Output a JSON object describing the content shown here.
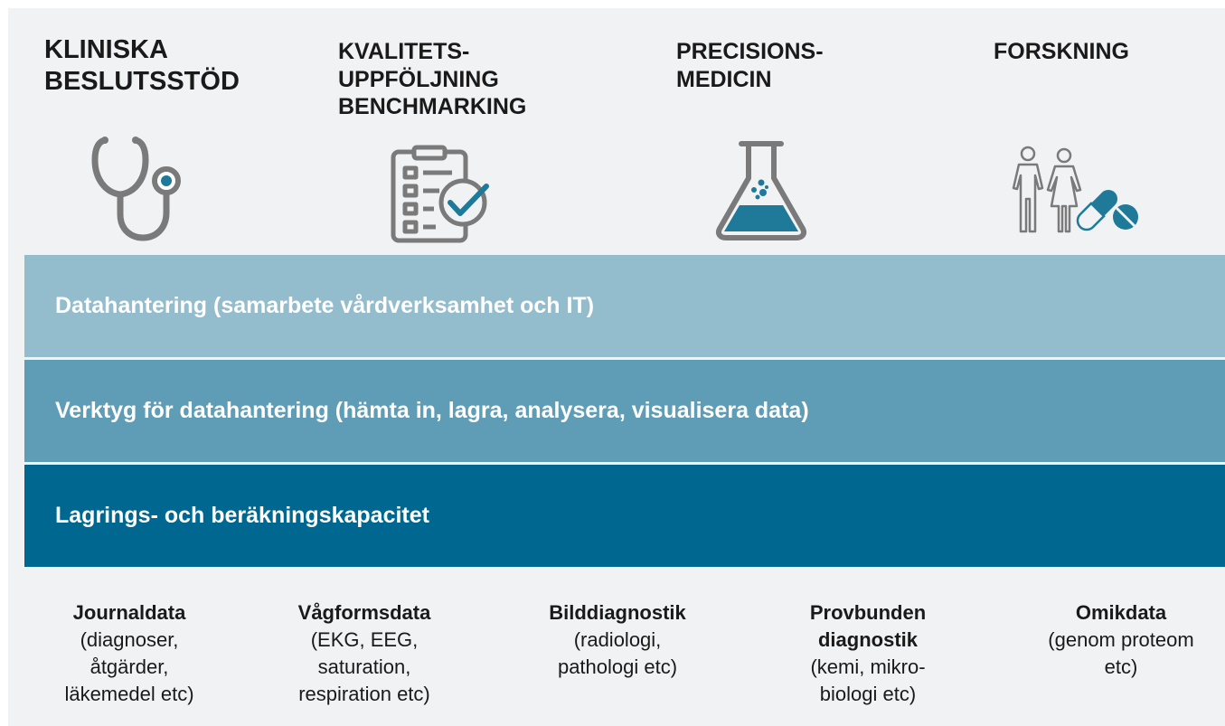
{
  "applications": [
    {
      "title_lines": [
        "KLINISKA",
        "BESLUTSSTÖD"
      ],
      "icon": "stethoscope-icon"
    },
    {
      "title_lines": [
        "KVALITETS-",
        "UPPFÖLJNING",
        "BENCHMARKING"
      ],
      "icon": "checklist-icon"
    },
    {
      "title_lines": [
        "PRECISIONS-",
        "MEDICIN"
      ],
      "icon": "flask-icon"
    },
    {
      "title_lines": [
        "FORSKNING"
      ],
      "icon": "people-pills-icon"
    }
  ],
  "layers": [
    {
      "label": "Datahantering (samarbete vårdverksamhet och IT)",
      "color": "#93bccd"
    },
    {
      "label": "Verktyg för datahantering (hämta in, lagra, analysera, visualisera data)",
      "color": "#5f9db6"
    },
    {
      "label": "Lagrings- och beräkningskapacitet",
      "color": "#006890"
    }
  ],
  "data_sources": [
    {
      "head_lines": [
        "Journaldata"
      ],
      "detail_lines": [
        "(diagnoser,",
        "åtgärder,",
        "läkemedel etc)"
      ]
    },
    {
      "head_lines": [
        "Vågformsdata"
      ],
      "detail_lines": [
        "(EKG, EEG,",
        "saturation,",
        "respiration etc)"
      ]
    },
    {
      "head_lines": [
        "Bilddiagnostik"
      ],
      "detail_lines": [
        "(radiologi,",
        "pathologi etc)"
      ]
    },
    {
      "head_lines": [
        "Provbunden",
        "diagnostik"
      ],
      "detail_lines": [
        "(kemi, mikro-",
        "biologi etc)"
      ]
    },
    {
      "head_lines": [
        "Omikdata"
      ],
      "detail_lines": [
        "(genom proteom",
        "etc)"
      ]
    }
  ],
  "colors": {
    "icon_gray": "#7a7a7a",
    "icon_accent": "#1f7a9a",
    "panel_bg": "#f1f2f4"
  }
}
